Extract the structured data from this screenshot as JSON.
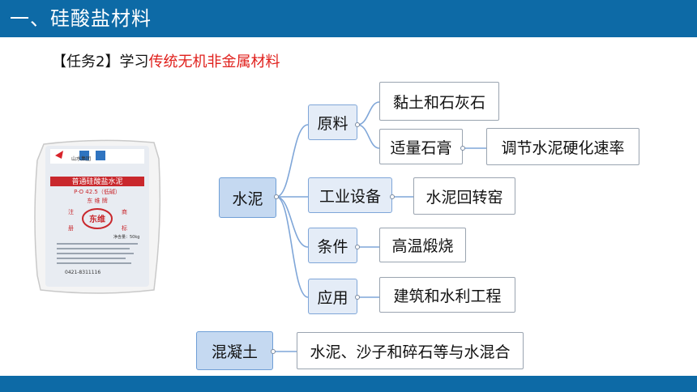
{
  "header": {
    "title": "一、硅酸盐材料"
  },
  "task": {
    "prefix": "【任务2】学习",
    "highlight": "传统无机非金属材料"
  },
  "product": {
    "brand": "山水集团",
    "name": "普通硅酸盐水泥",
    "grade": "P·O 42.5（低碱）",
    "mark": "东 维 牌",
    "logo": "东维",
    "reg_left": "注",
    "reg_right": "商",
    "reg_left2": "册",
    "reg_right2": "标",
    "weight": "净含量：50kg",
    "phone": "0421-8311116"
  },
  "mindmap": {
    "root": "水泥",
    "branches": [
      {
        "label": "原料",
        "children": [
          "黏土和石灰石",
          "适量石膏"
        ],
        "grandchild": "调节水泥硬化速率"
      },
      {
        "label": "工业设备",
        "children": [
          "水泥回转窑"
        ]
      },
      {
        "label": "条件",
        "children": [
          "高温煅烧"
        ]
      },
      {
        "label": "应用",
        "children": [
          "建筑和水利工程"
        ]
      }
    ],
    "concrete": {
      "label": "混凝土",
      "desc": "水泥、沙子和碎石等与水混合"
    }
  },
  "colors": {
    "header": "#0d6aa6",
    "highlight": "#e0201c",
    "node_blue": "#c5d9f1"
  }
}
